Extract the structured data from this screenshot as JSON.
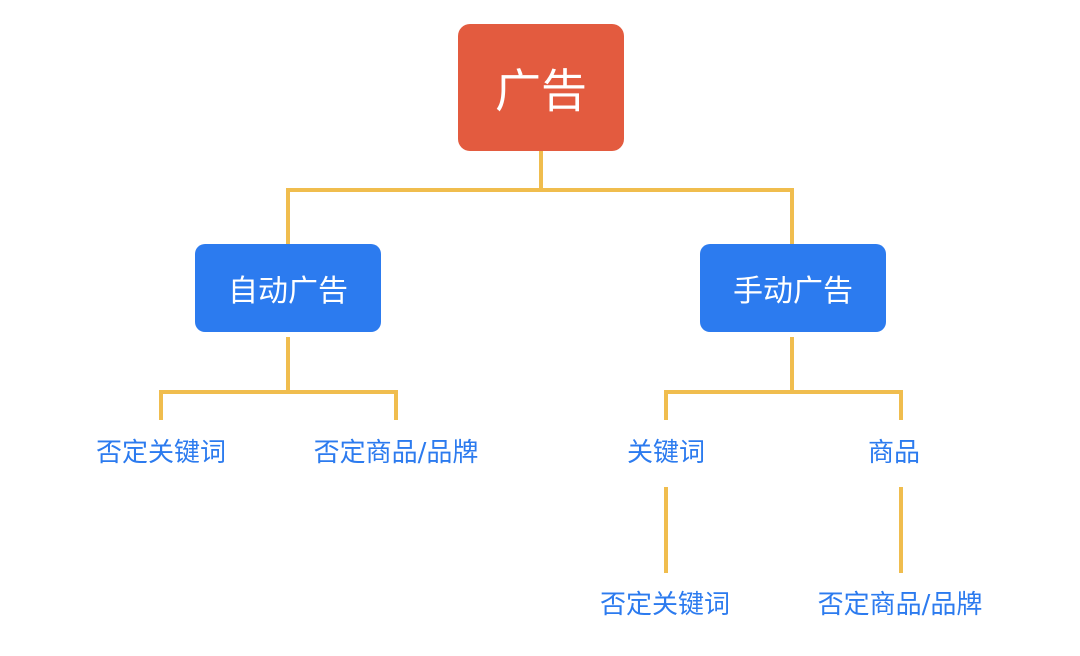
{
  "colors": {
    "root_box": "#E35B3F",
    "branch_box": "#2C7BEF",
    "leaf_text": "#2C7BEF",
    "connector": "#F0BD4E"
  },
  "root": {
    "label": "广告"
  },
  "branches": [
    {
      "label": "自动广告",
      "children": [
        "否定关键词",
        "否定商品/品牌"
      ]
    },
    {
      "label": "手动广告",
      "children": [
        {
          "label": "关键词",
          "sub": "否定关键词"
        },
        {
          "label": "商品",
          "sub": "否定商品/品牌"
        }
      ]
    }
  ]
}
